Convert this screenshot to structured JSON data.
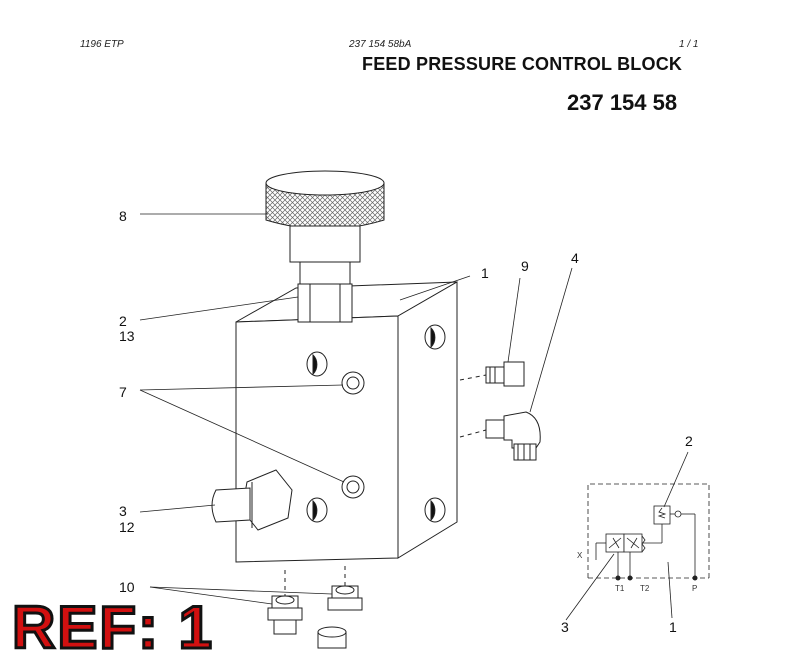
{
  "header": {
    "left": "1196  ETP",
    "middle": "237 154 58bA",
    "right": "1 / 1",
    "title": "FEED PRESSURE CONTROL BLOCK",
    "part_number": "237 154 58"
  },
  "callouts": {
    "c8": "8",
    "c2": "2",
    "c13": "13",
    "c7": "7",
    "c3": "3",
    "c12": "12",
    "c10": "10",
    "c1": "1",
    "c9": "9",
    "c4": "4"
  },
  "schematic": {
    "c2": "2",
    "c3": "3",
    "c1": "1",
    "port_x": "X",
    "port_t1": "T1",
    "port_t2": "T2",
    "port_p": "P"
  },
  "ref_label": "REF: 1"
}
